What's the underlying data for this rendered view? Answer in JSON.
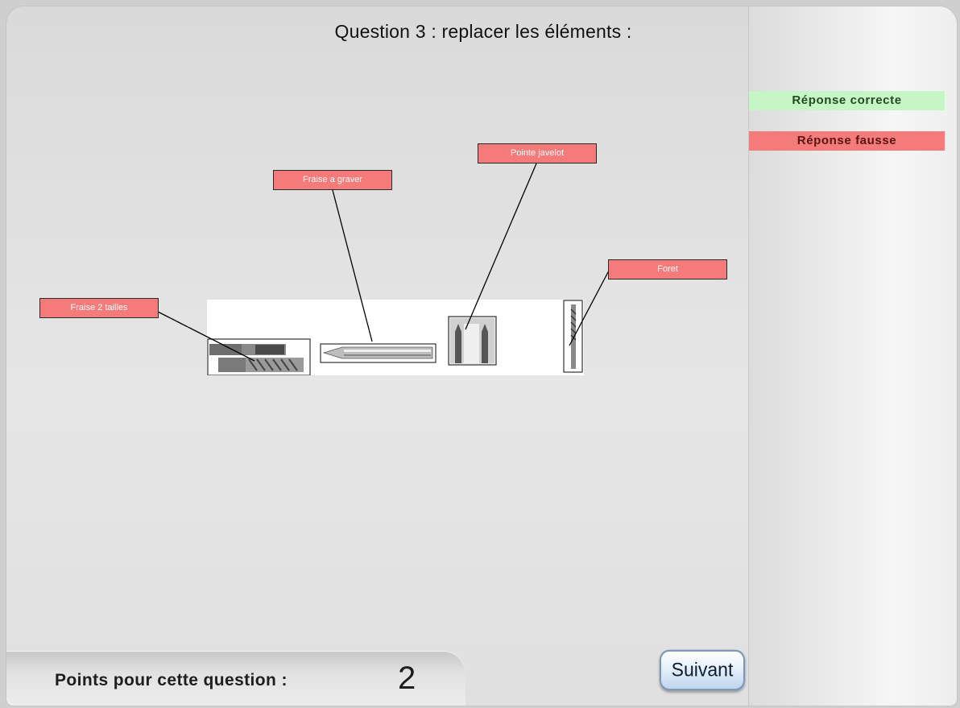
{
  "question": {
    "title": "Question 3 : replacer les éléments :"
  },
  "legend": {
    "correct_label": "Réponse correcte",
    "wrong_label": "Réponse fausse",
    "correct_color": "#c6f5c6",
    "wrong_color": "#f57a7a"
  },
  "labels": [
    {
      "text": "Fraise 2 tailles",
      "status": "wrong"
    },
    {
      "text": "Fraise a graver",
      "status": "wrong"
    },
    {
      "text": "Pointe javelot",
      "status": "wrong"
    },
    {
      "text": "Foret",
      "status": "wrong"
    }
  ],
  "tools": [
    {
      "icon": "fraise-2-tailles-icon"
    },
    {
      "icon": "fraise-a-graver-icon"
    },
    {
      "icon": "pointe-javelot-icon"
    },
    {
      "icon": "foret-icon"
    }
  ],
  "score": {
    "label": "Points pour cette question :",
    "value": "2"
  },
  "navigation": {
    "next_label": "Suivant"
  }
}
